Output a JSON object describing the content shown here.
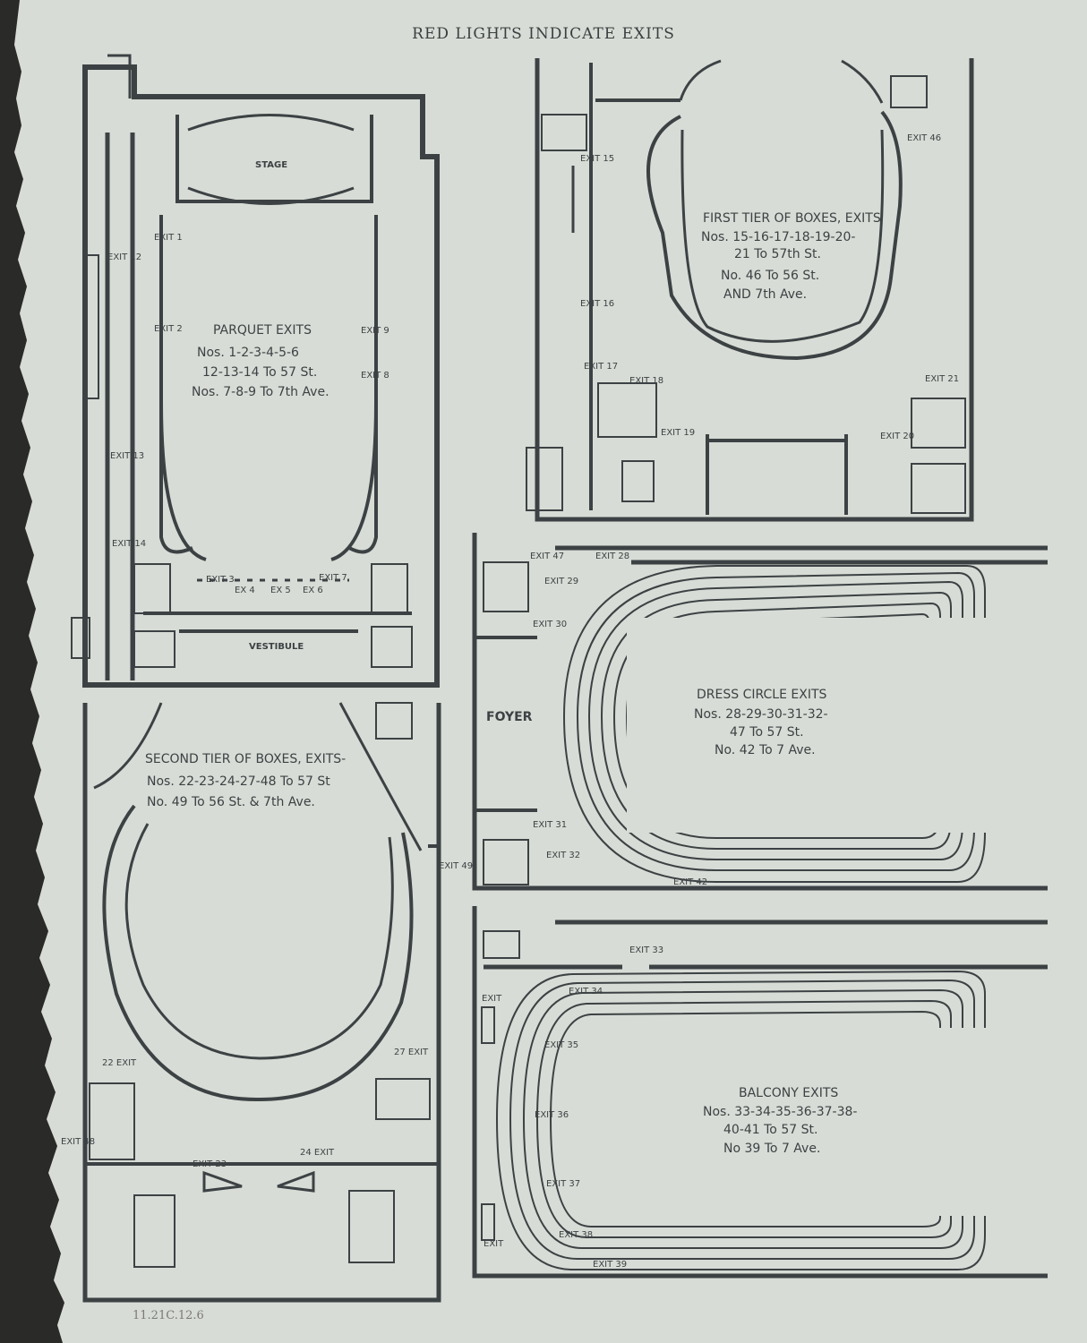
{
  "header": "RED LIGHTS INDICATE EXITS",
  "plans": {
    "parquet": {
      "stage": "STAGE",
      "vestibule": "VESTIBULE",
      "caption": [
        "PARQUET EXITS",
        "Nos. 1-2-3-4-5-6",
        "12-13-14 To 57 St.",
        "Nos. 7-8-9 To 7th Ave."
      ],
      "exits": [
        "EXIT 1",
        "EXIT 2",
        "EXIT 3",
        "EX 4",
        "EX 5",
        "EX 6",
        "EXIT 7",
        "EXIT 8",
        "EXIT 9",
        "EXIT 12",
        "EXIT 13",
        "EXIT 14"
      ]
    },
    "first_tier": {
      "caption": [
        "FIRST TIER OF BOXES, EXITS",
        "Nos. 15-16-17-18-19-20-",
        "21 To 57th St.",
        "No. 46 To 56 St.",
        "AND 7th Ave."
      ],
      "exits": [
        "EXIT 15",
        "EXIT 16",
        "EXIT 17",
        "EXIT 18",
        "EXIT 19",
        "EXIT 20",
        "EXIT 21",
        "EXIT 46"
      ]
    },
    "dress_circle": {
      "foyer": "FOYER",
      "caption": [
        "DRESS CIRCLE EXITS",
        "Nos. 28-29-30-31-32-",
        "47 To 57 St.",
        "No. 42 To 7 Ave."
      ],
      "exits": [
        "EXIT 47",
        "EXIT 28",
        "EXIT 29",
        "EXIT 30",
        "EXIT 31",
        "EXIT 32",
        "EXIT 42"
      ]
    },
    "second_tier": {
      "caption": [
        "SECOND TIER OF BOXES, EXITS-",
        "Nos. 22-23-24-27-48 To 57 St",
        "No. 49 To 56 St. & 7th Ave."
      ],
      "exits": [
        "EXIT 49",
        "22 EXIT",
        "27 EXIT",
        "EXIT 48",
        "EXIT 23",
        "24 EXIT"
      ]
    },
    "balcony": {
      "caption": [
        "BALCONY EXITS",
        "Nos. 33-34-35-36-37-38-",
        "40-41 To 57 St.",
        "No 39 To 7 Ave."
      ],
      "exits": [
        "EXIT 33",
        "EXIT",
        "EXIT 34",
        "EXIT 35",
        "EXIT 36",
        "EXIT 37",
        "EXIT 38",
        "EXIT",
        "EXIT 39"
      ]
    }
  },
  "footer": "11.21C.12.6",
  "colors": {
    "paper": "#d8dcd6",
    "ink": "#3c4244",
    "background": "#2a2a28"
  }
}
